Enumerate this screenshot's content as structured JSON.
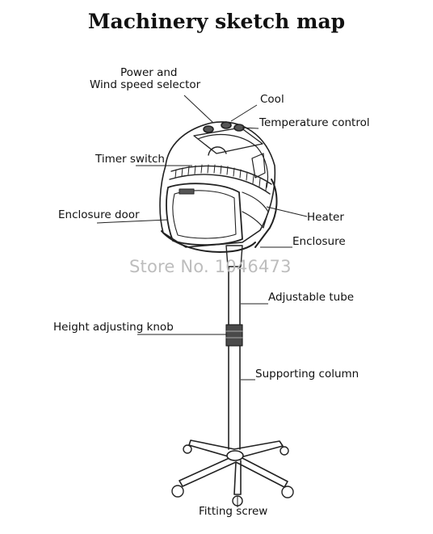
{
  "title": "Machinery sketch map",
  "labels": {
    "power_line1": "Power and",
    "power_line2": "Wind speed selector",
    "cool": "Cool",
    "temperature": "Temperature control",
    "timer": "Timer switch",
    "enclosure_door": "Enclosure door",
    "heater": "Heater",
    "enclosure": "Enclosure",
    "adjustable_tube": "Adjustable tube",
    "height_knob": "Height adjusting knob",
    "supporting_column": "Supporting column",
    "fitting_screw": "Fitting screw"
  },
  "watermark": "Store No. 1046473"
}
